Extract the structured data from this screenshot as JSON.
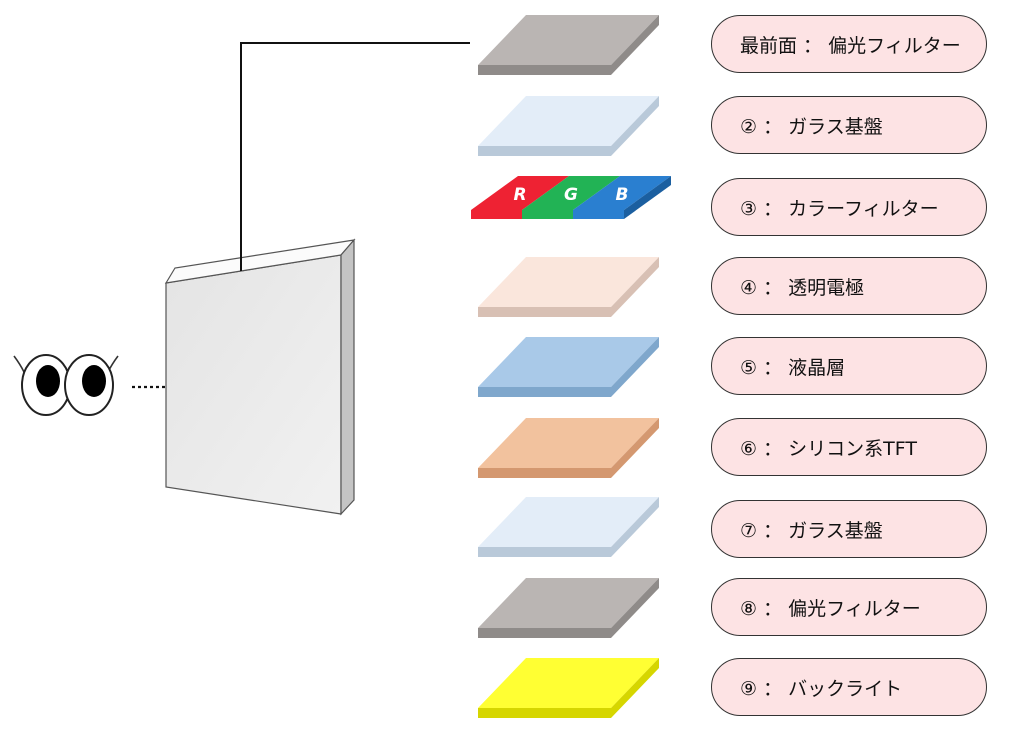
{
  "colors": {
    "filter_top": "#bab5b3",
    "filter_side": "#8f8b89",
    "glass_top": "#e3edf8",
    "glass_side": "#b9c9d9",
    "red": "#ee2233",
    "green": "#22b355",
    "blue": "#2a7fd0",
    "electrode_top": "#fae6dc",
    "electrode_side": "#d8c0b4",
    "lc_top": "#a9c9e8",
    "lc_side": "#7fa7cc",
    "tft_top": "#f2c29e",
    "tft_side": "#d49870",
    "backlight_top": "#ffff33",
    "backlight_side": "#d6d600",
    "label_fill": "#fde3e4"
  },
  "rgb_letters": [
    "R",
    "G",
    "B"
  ],
  "layers": [
    {
      "label": "最前面 ： 偏光フィルター",
      "kind": "filter"
    },
    {
      "label": "② ： ガラス基盤",
      "kind": "glass"
    },
    {
      "label": "③ ： カラーフィルター",
      "kind": "rgb"
    },
    {
      "label": "④ ： 透明電極",
      "kind": "electrode"
    },
    {
      "label": "⑤ ： 液晶層",
      "kind": "lc"
    },
    {
      "label": "⑥ ： シリコン系TFT",
      "kind": "tft"
    },
    {
      "label": "⑦ ： ガラス基盤",
      "kind": "glass"
    },
    {
      "label": "⑧ ： 偏光フィルター",
      "kind": "filter"
    },
    {
      "label": "⑨ ： バックライト",
      "kind": "backlight"
    }
  ]
}
